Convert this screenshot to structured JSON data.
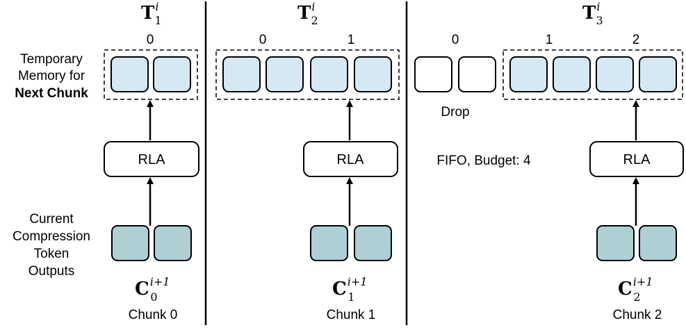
{
  "left_labels": {
    "memory_line1": "Temporary",
    "memory_line2": "Memory for",
    "memory_line3": "Next Chunk",
    "output_line1": "Current",
    "output_line2": "Compression",
    "output_line3": "Token",
    "output_line4": "Outputs"
  },
  "panels": [
    {
      "memory_title": {
        "base": "T",
        "sub": "1",
        "sup": "i"
      },
      "index_labels": [
        "0"
      ],
      "module_label": "RLA",
      "output_title": {
        "base": "C",
        "sub": "0",
        "sup": "i+1"
      },
      "chunk_label": "Chunk 0"
    },
    {
      "memory_title": {
        "base": "T",
        "sub": "2",
        "sup": "i"
      },
      "index_labels": [
        "0",
        "1"
      ],
      "module_label": "RLA",
      "output_title": {
        "base": "C",
        "sub": "1",
        "sup": "i+1"
      },
      "chunk_label": "Chunk 1"
    },
    {
      "memory_title": {
        "base": "T",
        "sub": "3",
        "sup": "i"
      },
      "index_labels": [
        "0",
        "1",
        "2"
      ],
      "module_label": "RLA",
      "output_title": {
        "base": "C",
        "sub": "2",
        "sup": "i+1"
      },
      "chunk_label": "Chunk 2",
      "drop_label": "Drop",
      "policy_label": "FIFO, Budget: 4"
    }
  ],
  "colors": {
    "memory_token": "#d6e8f3",
    "output_token": "#aecfd3",
    "dropped_token": "#ffffff",
    "stroke": "#000000"
  }
}
